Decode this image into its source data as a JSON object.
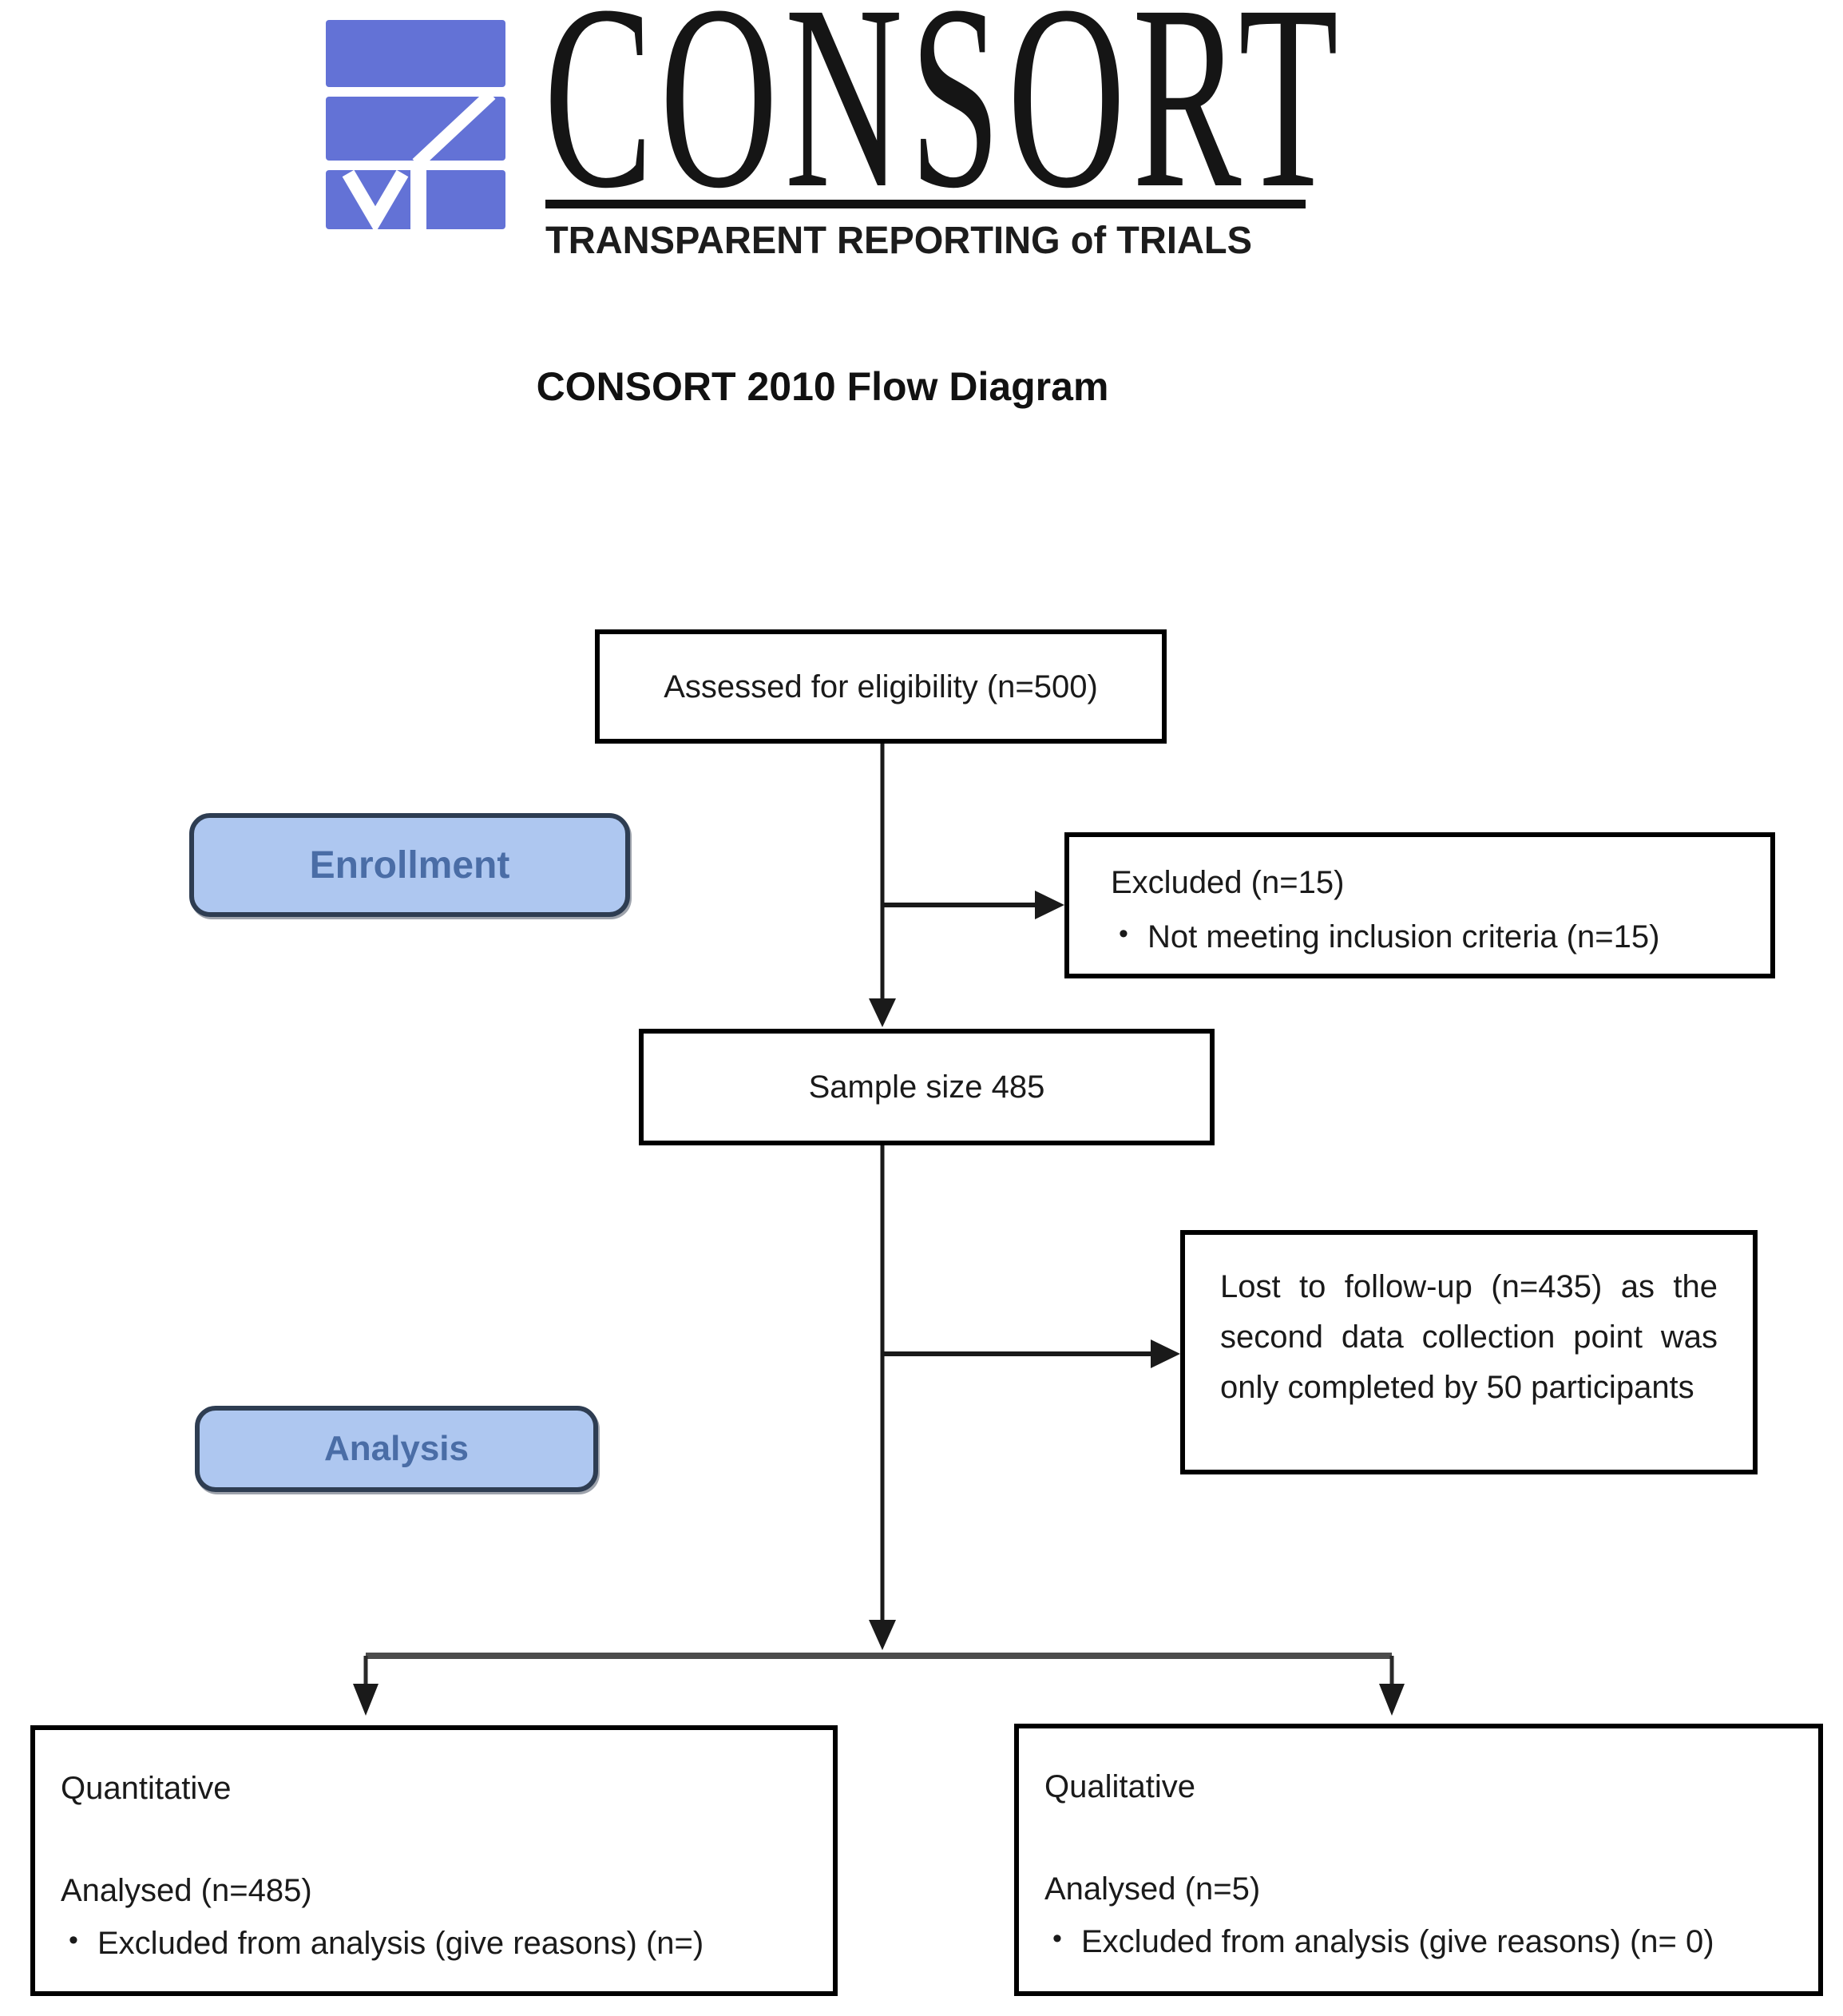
{
  "header": {
    "wordmark": "CONSORT",
    "tagline": "TRANSPARENT REPORTING of TRIALS",
    "title": "CONSORT 2010 Flow Diagram"
  },
  "stages": {
    "enrollment": "Enrollment",
    "analysis": "Analysis"
  },
  "boxes": {
    "assessed": "Assessed for eligibility (n=500)",
    "excluded": {
      "title": "Excluded (n=15)",
      "bullet": "Not meeting inclusion criteria (n=15)"
    },
    "sample": "Sample size 485",
    "lost": "Lost to follow-up (n=435) as the second data collection point was only completed by 50 participants",
    "quantitative": {
      "title": "Quantitative",
      "analysed": "Analysed (n=485)",
      "bullet": "Excluded from analysis (give reasons) (n=)"
    },
    "qualitative": {
      "title": "Qualitative",
      "analysed": "Analysed (n=5)",
      "bullet": "Excluded from analysis (give reasons) (n= 0)"
    }
  },
  "colors": {
    "logo_blue": "#6372d6",
    "stage_fill": "#aec7f0",
    "stage_border": "#2e3d52",
    "stage_text": "#4a6da6",
    "box_border": "#000000",
    "connector": "#1a1a1a",
    "split_line": "#4c4c4c",
    "text": "#1a1a1a"
  }
}
